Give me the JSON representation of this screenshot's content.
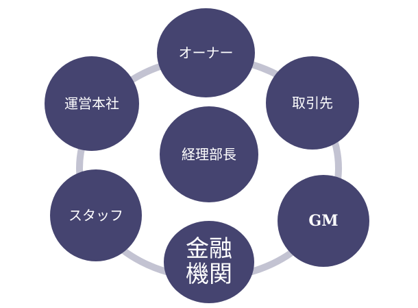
{
  "colors": {
    "node_fill": "#454470",
    "ring": "#c3c3d2",
    "text": "#ffffff"
  },
  "center": {
    "label": "経理部長"
  },
  "nodes": [
    {
      "id": "owner",
      "label": "オーナー"
    },
    {
      "id": "client",
      "label": "取引先"
    },
    {
      "id": "gm",
      "label": "GM"
    },
    {
      "id": "bank",
      "label": "金融\n機関"
    },
    {
      "id": "staff",
      "label": "スタッフ"
    },
    {
      "id": "hq",
      "label": "運営本社"
    }
  ]
}
